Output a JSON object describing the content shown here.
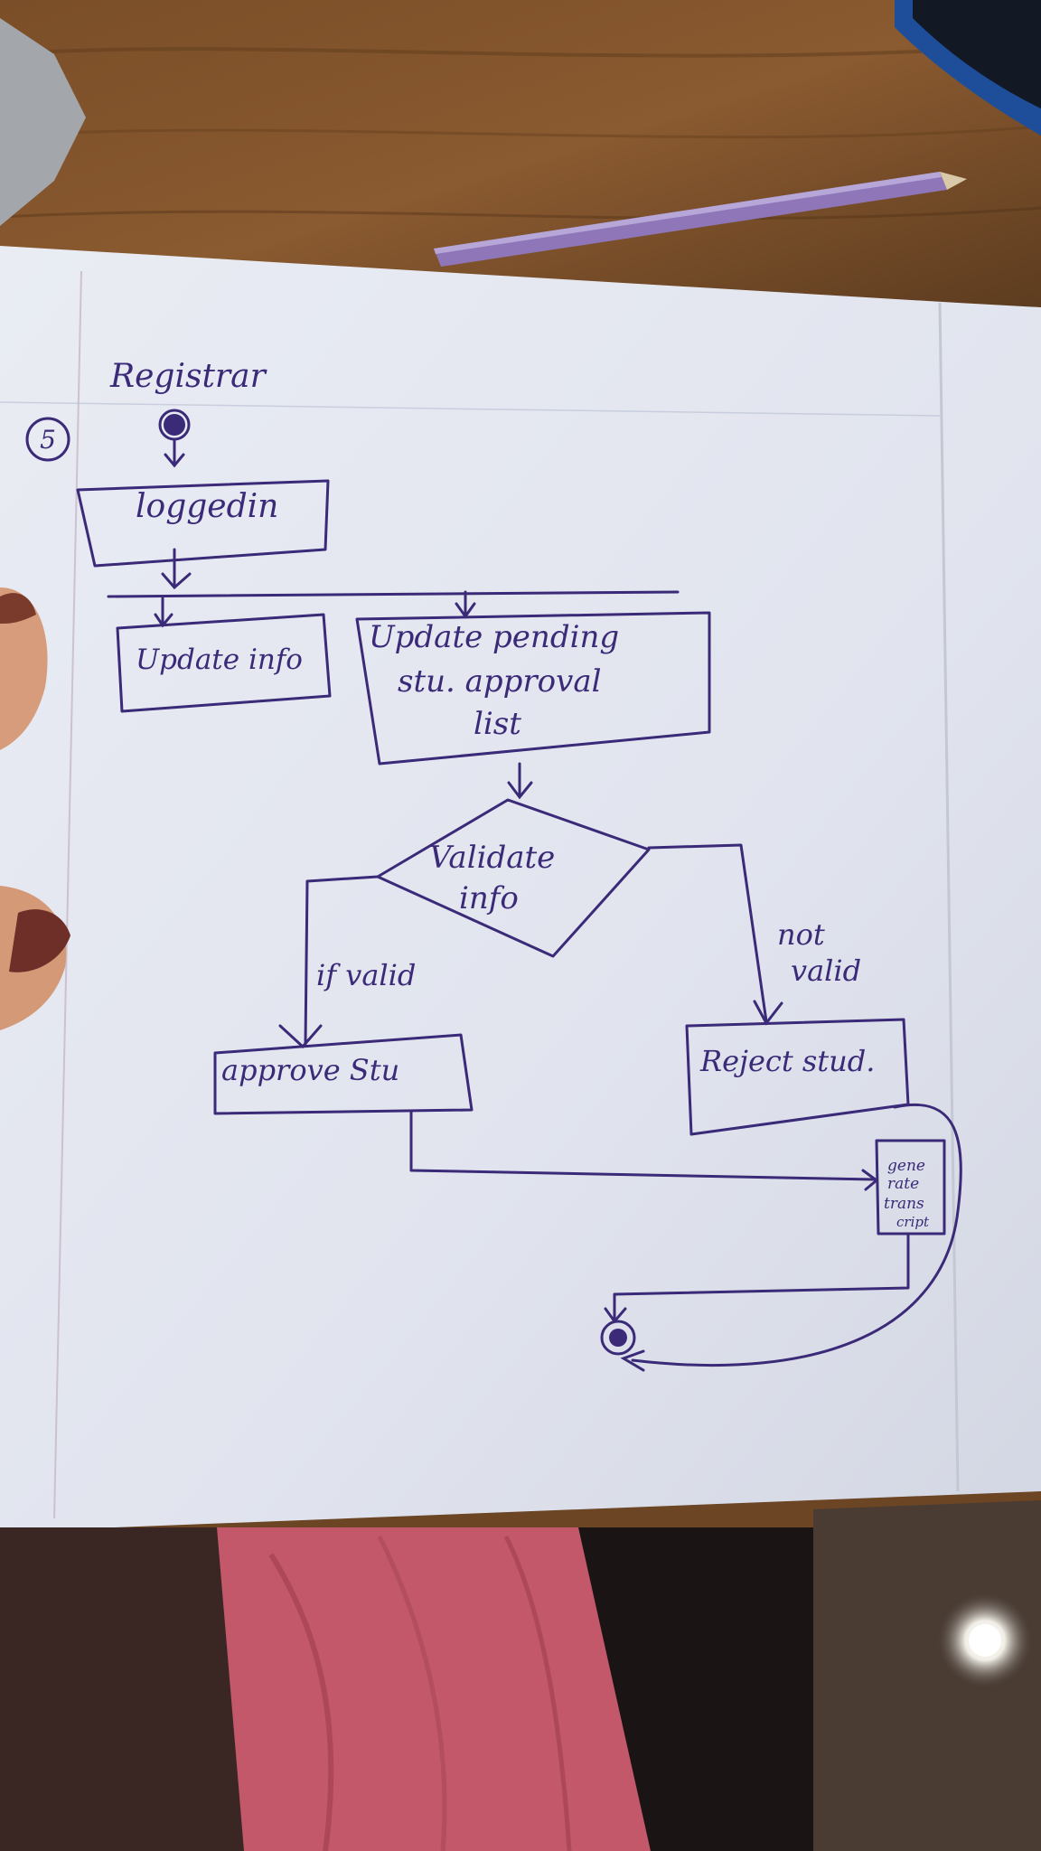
{
  "diagram": {
    "section_number": "5",
    "actor": "Registrar",
    "nodes": {
      "logged_in": "loggedin",
      "update_info": "Update info",
      "update_pending": [
        "Update pending",
        "stu. approval",
        "list"
      ],
      "validate": [
        "Validate",
        "info"
      ],
      "approve": "approve Stu",
      "reject": "Reject stud.",
      "generate": [
        "gene",
        "rate",
        "trans",
        "cript"
      ]
    },
    "edges": {
      "if_valid": "if valid",
      "not_valid": [
        "not",
        "valid"
      ]
    }
  },
  "colors": {
    "ink": "#3a2a78",
    "paper": "#e4e7f0",
    "desk": "#6b4524",
    "pencil": "#8e76b8"
  }
}
